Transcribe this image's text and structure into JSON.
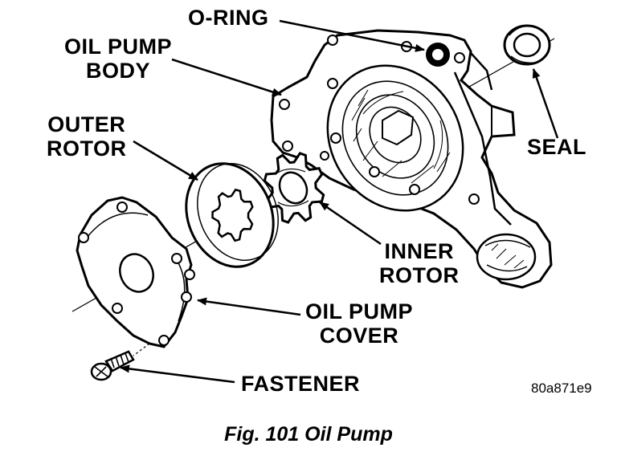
{
  "labels": {
    "o_ring": "O-RING",
    "oil_pump_body": [
      "OIL PUMP",
      "BODY"
    ],
    "outer_rotor": [
      "OUTER",
      "ROTOR"
    ],
    "seal": "SEAL",
    "inner_rotor": [
      "INNER",
      "ROTOR"
    ],
    "oil_pump_cover": [
      "OIL PUMP",
      "COVER"
    ],
    "fastener": "FASTENER"
  },
  "reference_code": "80a871e9",
  "caption": "Fig. 101 Oil Pump",
  "colors": {
    "ink": "#000000",
    "paper": "#ffffff"
  }
}
